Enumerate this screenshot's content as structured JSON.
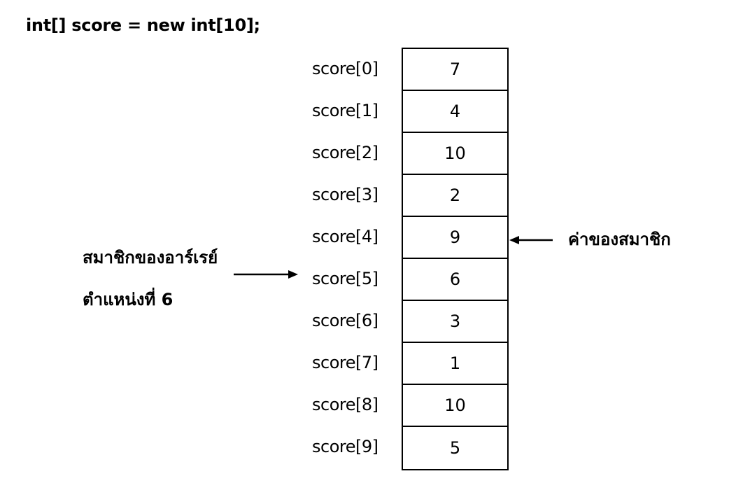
{
  "code": "int[] score = new int[10];",
  "array": {
    "name": "score",
    "elements": [
      {
        "label": "score[0]",
        "value": "7"
      },
      {
        "label": "score[1]",
        "value": "4"
      },
      {
        "label": "score[2]",
        "value": "10"
      },
      {
        "label": "score[3]",
        "value": "2"
      },
      {
        "label": "score[4]",
        "value": "9"
      },
      {
        "label": "score[5]",
        "value": "6"
      },
      {
        "label": "score[6]",
        "value": "3"
      },
      {
        "label": "score[7]",
        "value": "1"
      },
      {
        "label": "score[8]",
        "value": "10"
      },
      {
        "label": "score[9]",
        "value": "5"
      }
    ]
  },
  "annotations": {
    "element_note_line1": "สมาชิกของอาร์เรย์",
    "element_note_line2": "ตำแหน่งที่ 6",
    "value_note": "ค่าของสมาชิก"
  },
  "colors": {
    "line": "#000000",
    "background": "#ffffff"
  }
}
